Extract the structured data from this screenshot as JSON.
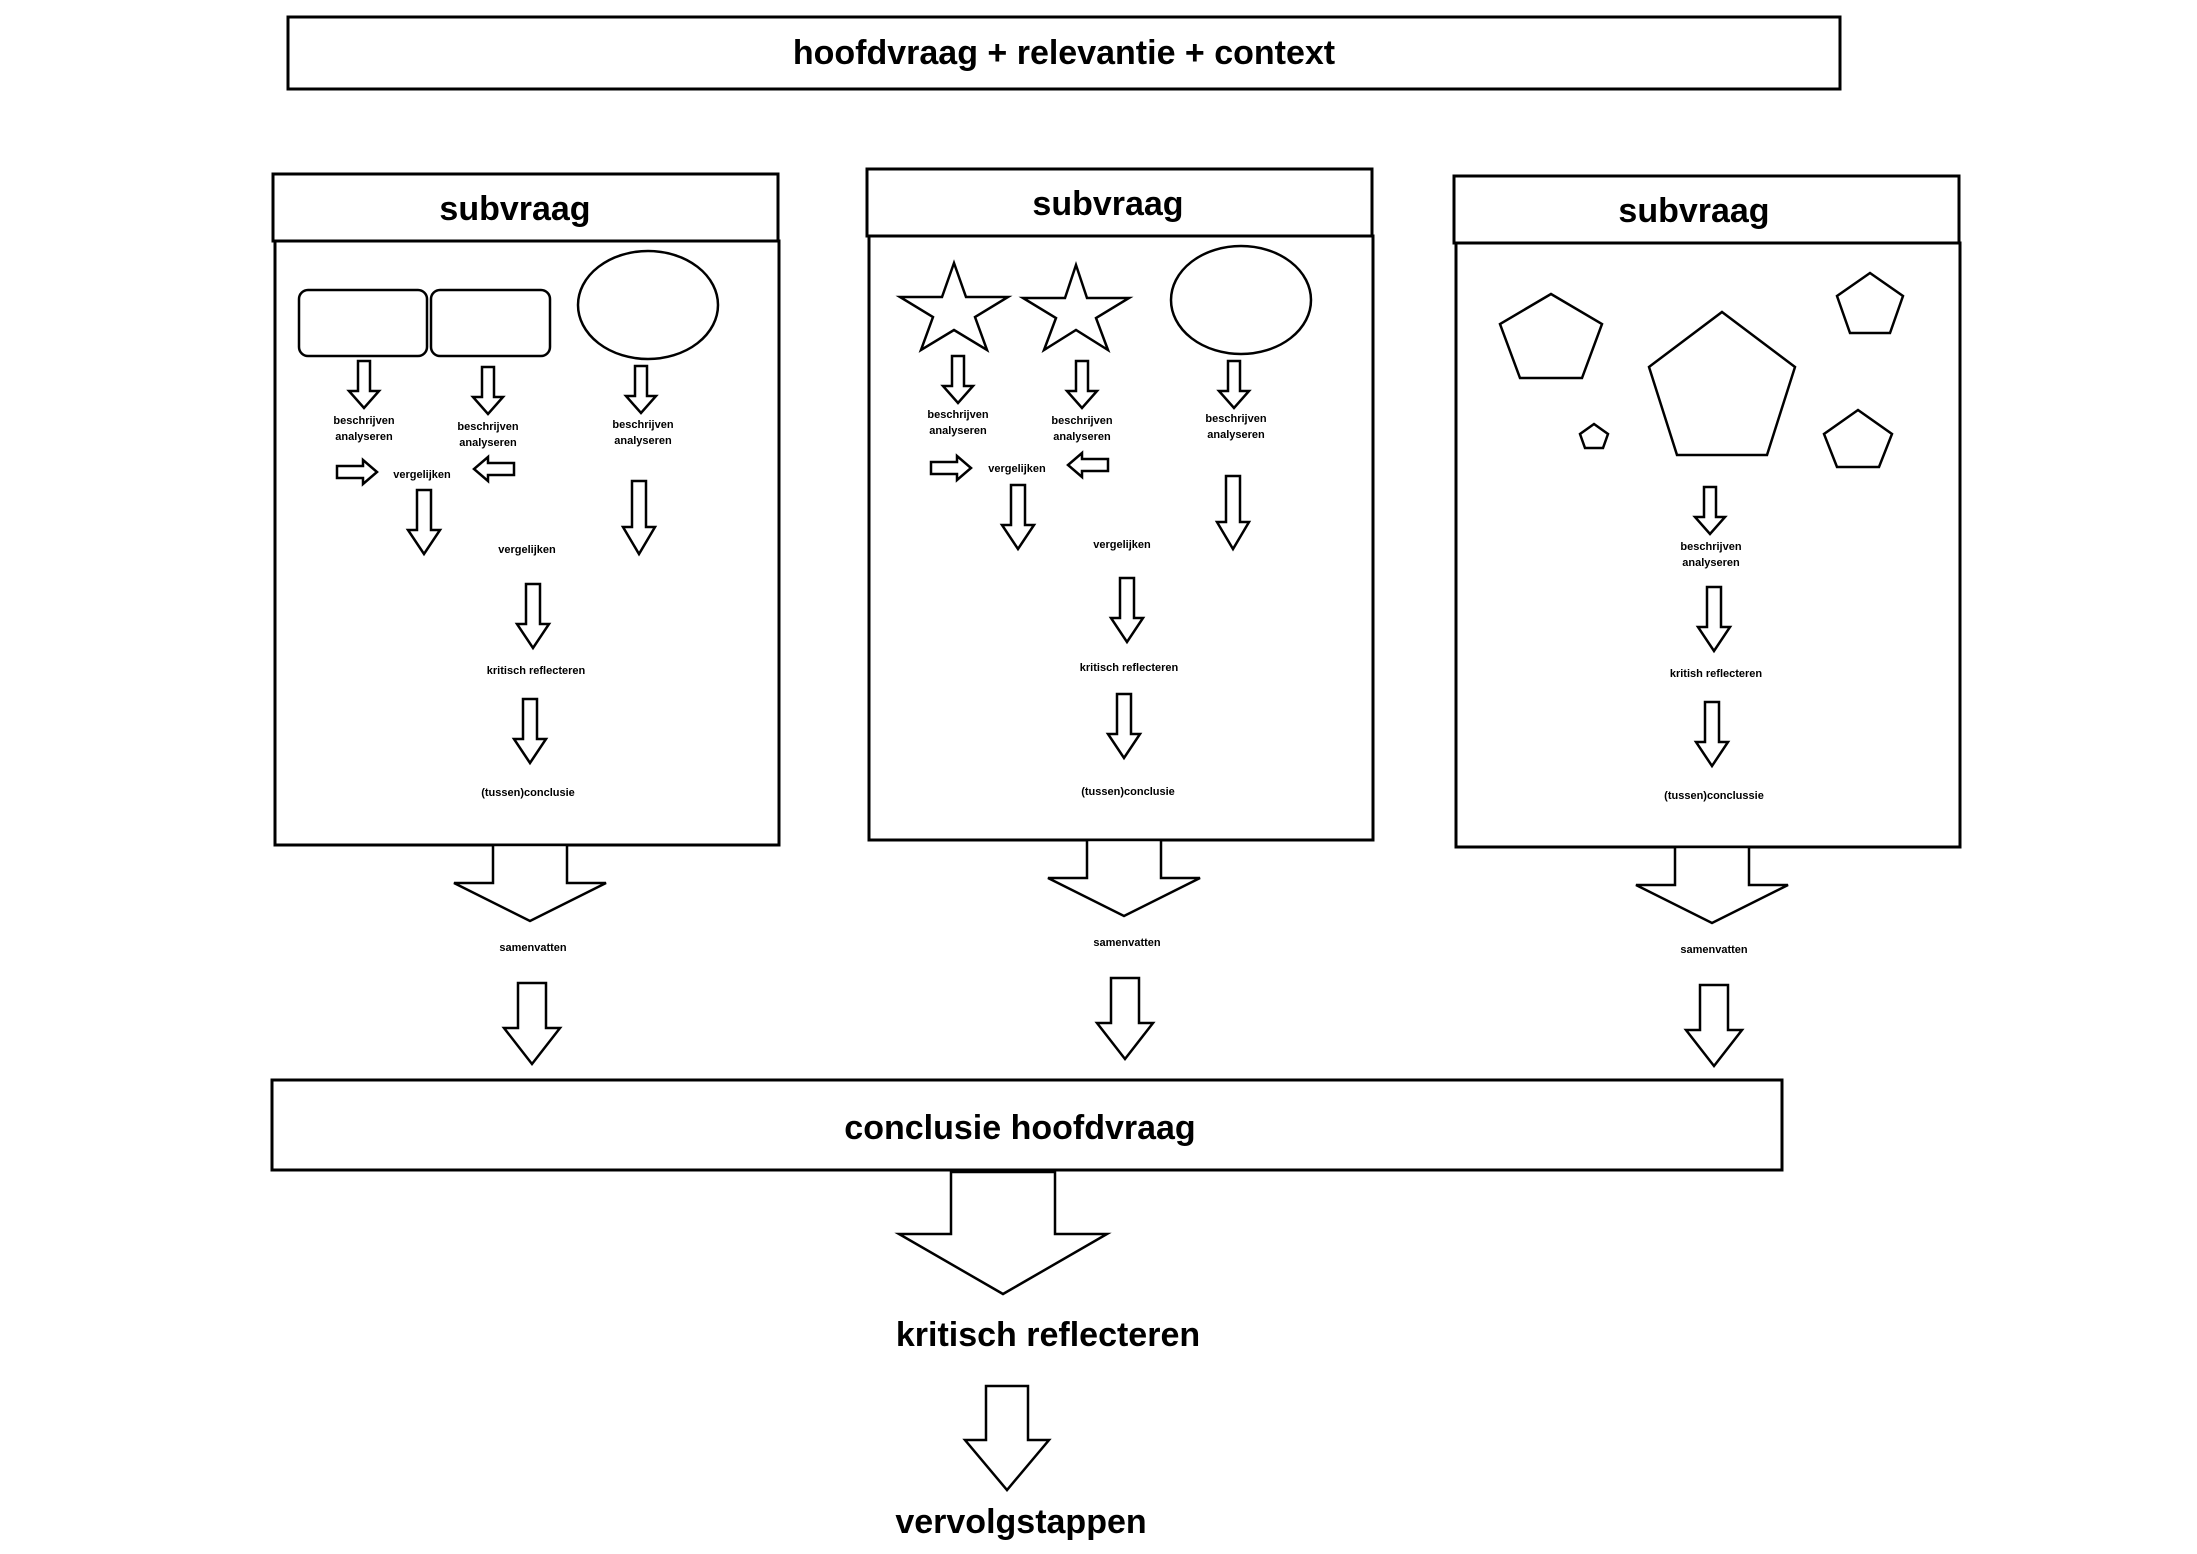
{
  "title": "hoofdvraag + relevantie + context",
  "columns": [
    {
      "header": "subvraag",
      "step_a1": [
        "beschrijven",
        "analyseren"
      ],
      "step_a2": [
        "beschrijven",
        "analyseren"
      ],
      "step_a3": [
        "beschrijven",
        "analyseren"
      ],
      "compare_small": "vergelijken",
      "compare": "vergelijken",
      "reflect": "kritisch reflecteren",
      "conclude": "(tussen)conclusie",
      "summary": "samenvatten"
    },
    {
      "header": "subvraag",
      "step_a1": [
        "beschrijven",
        "analyseren"
      ],
      "step_a2": [
        "beschrijven",
        "analyseren"
      ],
      "step_a3": [
        "beschrijven",
        "analyseren"
      ],
      "compare_small": "vergelijken",
      "compare": "vergelijken",
      "reflect": "kritisch reflecteren",
      "conclude": "(tussen)conclusie",
      "summary": "samenvatten"
    },
    {
      "header": "subvraag",
      "step_a1": [
        "beschrijven",
        "analyseren"
      ],
      "reflect": "kritish reflecteren",
      "conclude": "(tussen)conclussie",
      "summary": "samenvatten"
    }
  ],
  "conclusion": "conclusie hoofdvraag",
  "reflection": "kritisch reflecteren",
  "next_steps": "vervolgstappen"
}
